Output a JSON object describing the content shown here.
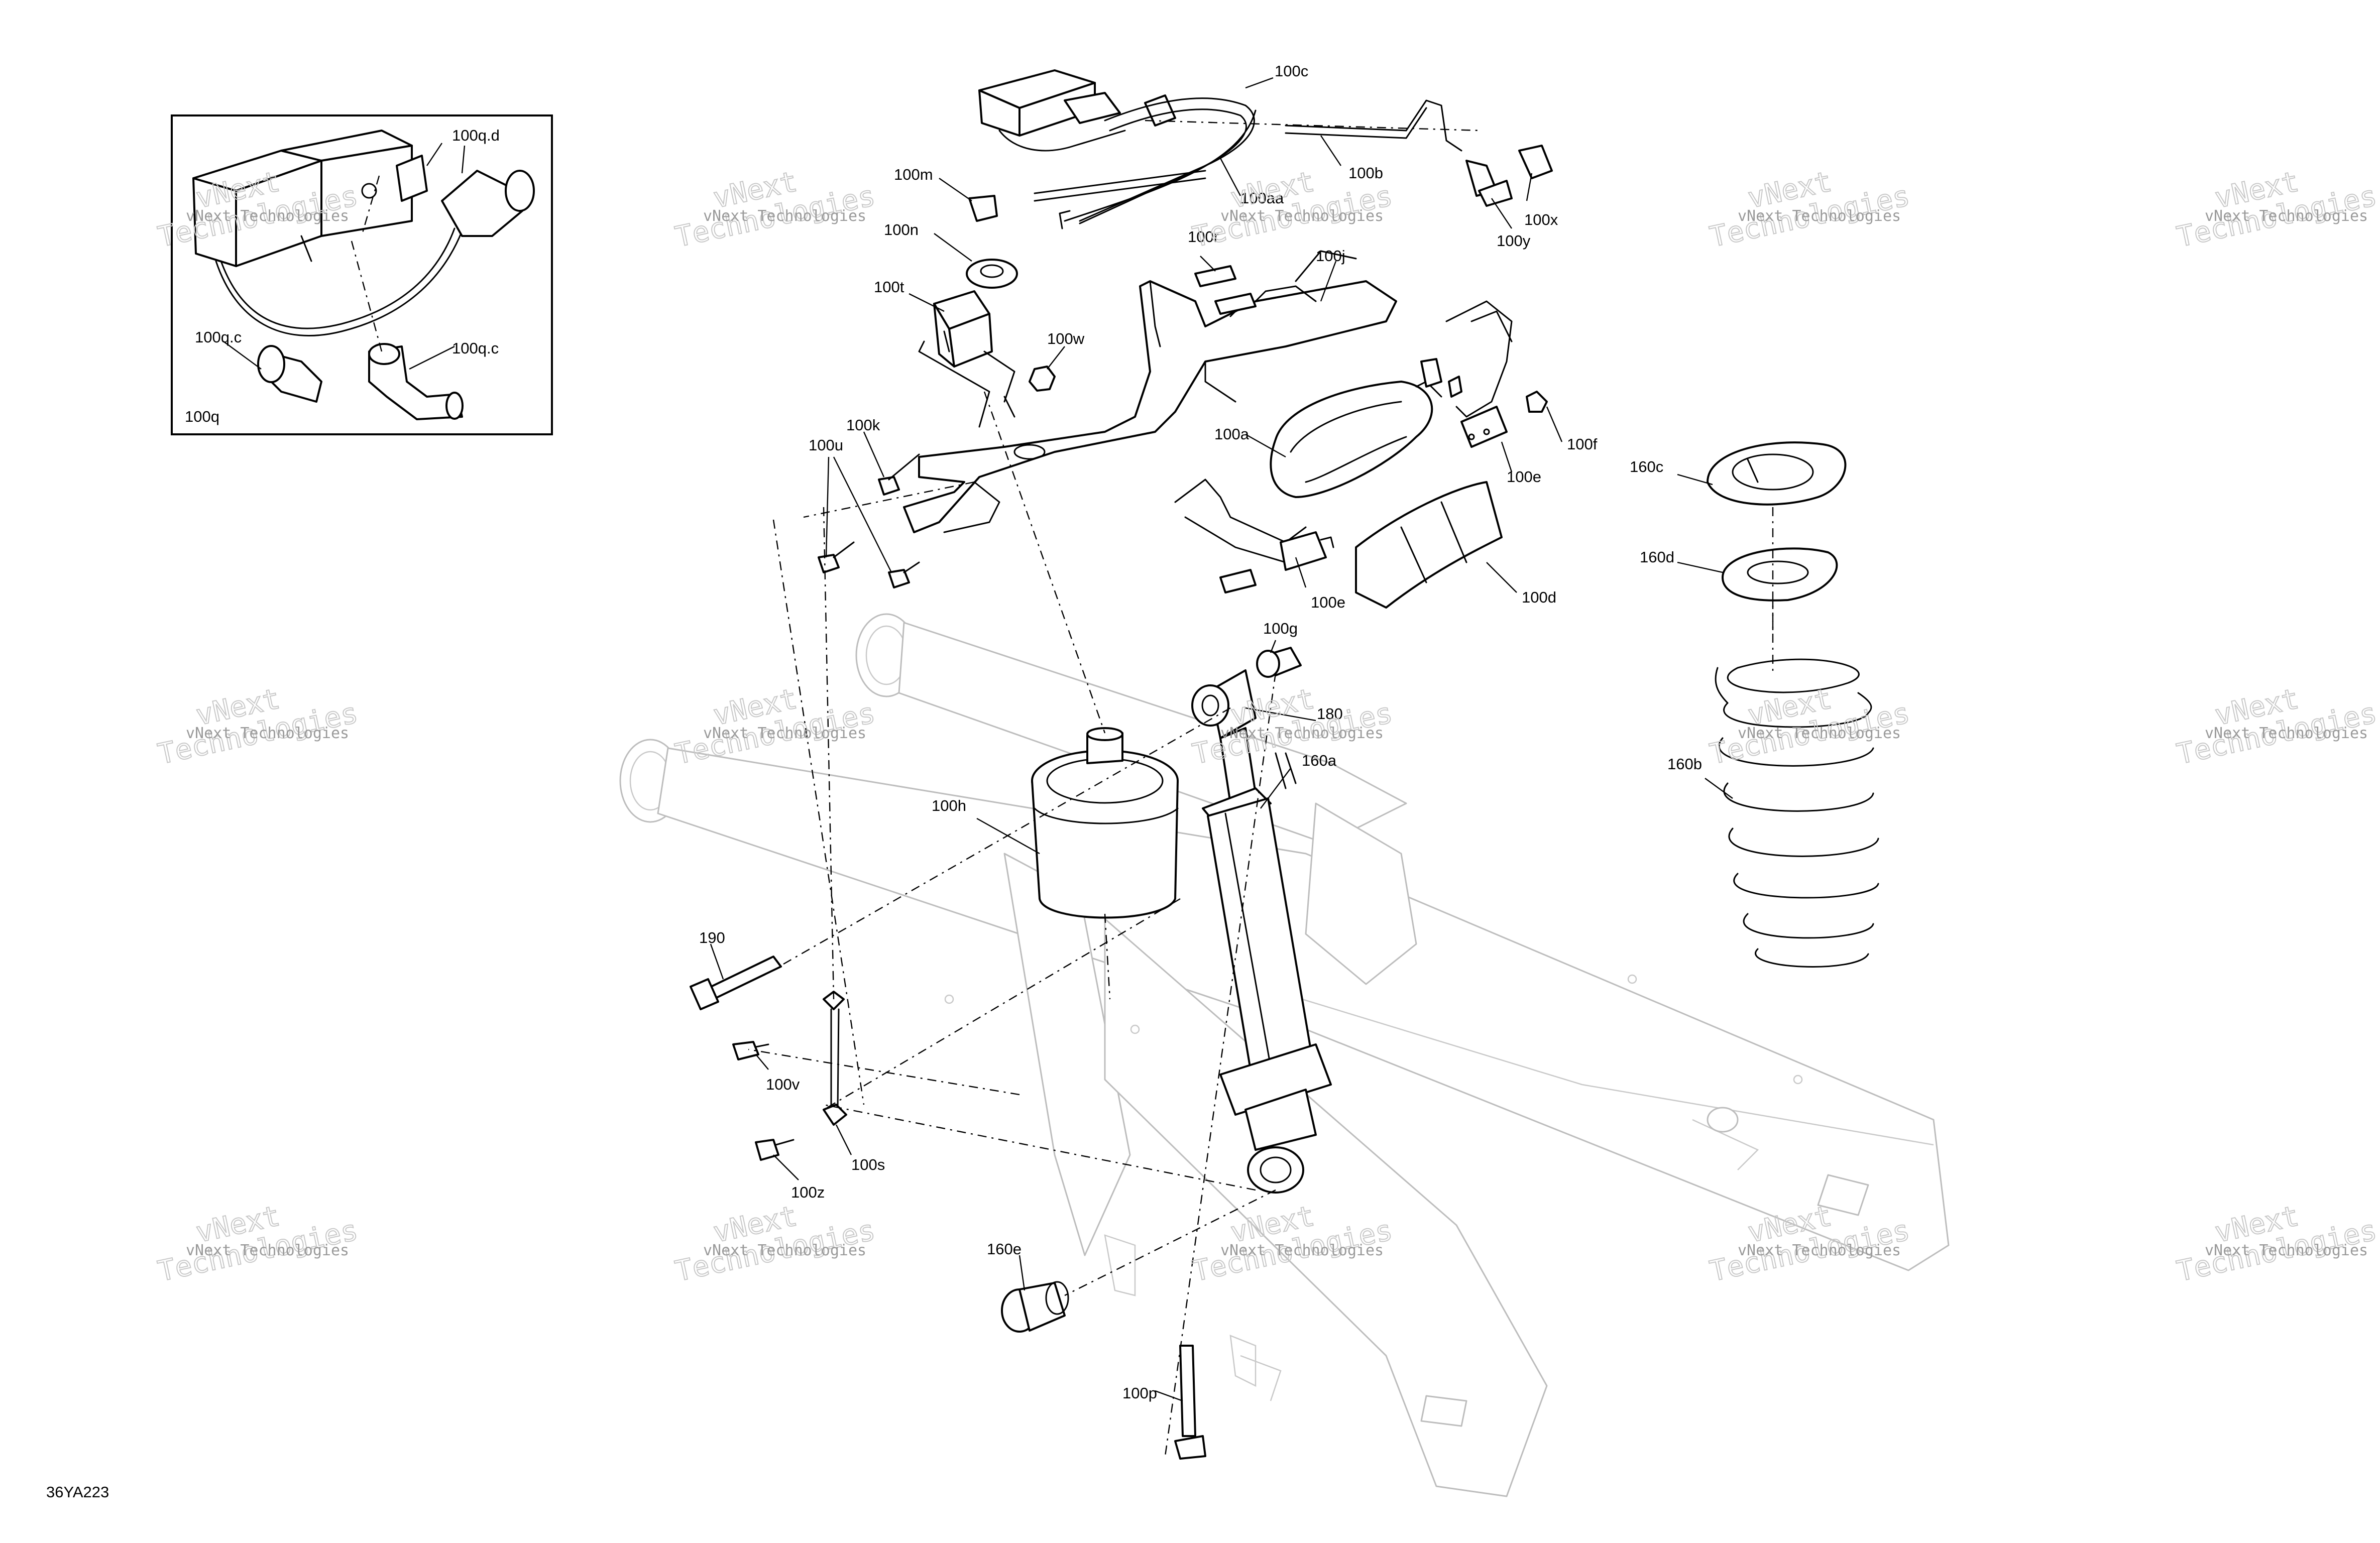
{
  "drawing_code": "36YA223",
  "watermark_text": "vNext Technologies",
  "watermark_big_lines": [
    "vNext",
    "Technologies"
  ],
  "callouts": {
    "c100c": "100c",
    "c100b": "100b",
    "c100aa": "100aa",
    "c100m": "100m",
    "c100n": "100n",
    "c100x": "100x",
    "c100y": "100y",
    "c100r": "100r",
    "c100j": "100j",
    "c100t": "100t",
    "c100w": "100w",
    "c100k": "100k",
    "c100u": "100u",
    "c100a": "100a",
    "c100f": "100f",
    "c100e_a": "100e",
    "c100e_b": "100e",
    "c100d": "100d",
    "c100g": "100g",
    "c180": "180",
    "c160a": "160a",
    "c160b": "160b",
    "c160c": "160c",
    "c160d": "160d",
    "c160e": "160e",
    "c100h": "100h",
    "c190": "190",
    "c100v": "100v",
    "c100s": "100s",
    "c100z": "100z",
    "c100p": "100p"
  },
  "inset": {
    "c100q": "100q",
    "c100qd": "100q.d",
    "c100qc_left": "100q.c",
    "c100qc_right": "100q.c"
  }
}
